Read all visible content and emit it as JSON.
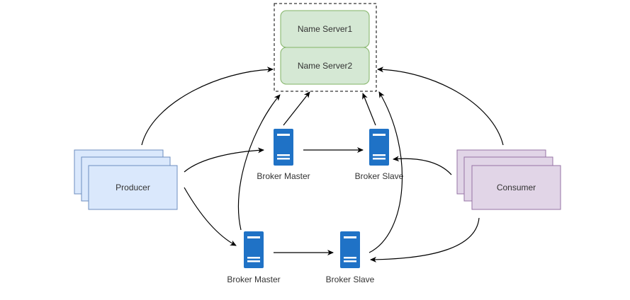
{
  "name_servers": [
    {
      "label": "Name Server1"
    },
    {
      "label": "Name Server2"
    }
  ],
  "producer": {
    "label": "Producer"
  },
  "consumer": {
    "label": "Consumer"
  },
  "brokers": {
    "master_top": {
      "label": "Broker Master"
    },
    "slave_top": {
      "label": "Broker Slave"
    },
    "master_bottom": {
      "label": "Broker Master"
    },
    "slave_bottom": {
      "label": "Broker Slave"
    }
  },
  "colors": {
    "name_server_fill": "#d5e8d4",
    "name_server_stroke": "#82b366",
    "producer_fill": "#dae8fc",
    "producer_stroke": "#6c8ebf",
    "consumer_fill": "#e1d5e7",
    "consumer_stroke": "#9673a6",
    "server_icon": "#1f72c6",
    "arrow": "#000000"
  },
  "icons": {
    "broker": "server-icon"
  }
}
